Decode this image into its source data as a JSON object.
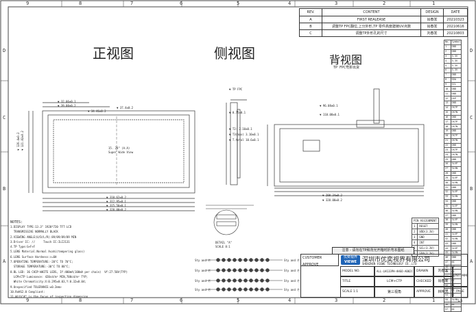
{
  "zones": {
    "columns": [
      "9",
      "8",
      "7",
      "6",
      "5",
      "4",
      "3",
      "2",
      "1"
    ],
    "rows": [
      "D",
      "C",
      "B",
      "A"
    ]
  },
  "revisions": {
    "headers": [
      "REV.",
      "CONTENT",
      "DESIGN",
      "DATE"
    ],
    "rows": [
      [
        "A",
        "FIRST REALEASE",
        "肖春发",
        "20210323"
      ],
      [
        "B",
        "调整TP FPC翻位,上分外形,TP 零件高度建链UV点数",
        "肖春发",
        "20210616"
      ],
      [
        "C",
        "调整TP外形孔的尺寸",
        "刘春发",
        "20210803"
      ]
    ]
  },
  "views": {
    "front": "正视图",
    "side": "侧视图",
    "back": "背视图",
    "back_note": "TP FPC弯折出货"
  },
  "dims": {
    "d1": "▼ 32.06±0.1",
    "d2": "▼ 39.00±0.2",
    "d3": "▼ 34.46±0.2",
    "d4": "▼ 37.4±0.2",
    "aa": "15. 28\" (A.A)",
    "aa2": "Super Wide View",
    "w1": "▼ 310.62±0.2",
    "w2": "▼ 312.95±0.1",
    "w3": "▼ 315.56±0.1",
    "w4": "▼ 320.00±0.2",
    "h1": "▼ 121.82±0.2",
    "h2": "▼ 126.4±0.2",
    "side_top": "▼ TP FPC",
    "side_1": "▼ 0.75±0.1",
    "side_2": "▼ T2: 2.10±0.1",
    "side_3": "▼ T3(max) 3.10±0.1",
    "side_4": "▼ T.total 10.6±0.1",
    "back_1": "▼ 96.08±0.1",
    "back_2": "▼ 110.08±0.1",
    "back_3": "▼ 200.34±0.2",
    "back_4": "▼ 320.00±0.2",
    "detail_label": "DETAIL \"A\"",
    "detail_scale": "SCALE 8:1"
  },
  "pins": [
    [
      "No.",
      "Symbol"
    ],
    [
      "1",
      "GND"
    ],
    [
      "2",
      "GND"
    ],
    [
      "3",
      "3.3V"
    ],
    [
      "4",
      "3.3V"
    ],
    [
      "5",
      "3.3V"
    ],
    [
      "6",
      "3.3V"
    ],
    [
      "7",
      "GND"
    ],
    [
      "8",
      "SDA"
    ],
    [
      "9",
      "SCL"
    ],
    [
      "10",
      "GND"
    ],
    [
      "11",
      "GND"
    ],
    [
      "12",
      "CKP"
    ],
    [
      "13",
      "GND"
    ],
    [
      "14",
      "CK7P"
    ],
    [
      "15",
      "CK7N"
    ],
    [
      "16",
      "GND"
    ],
    [
      "17",
      "CK7P"
    ],
    [
      "18",
      "CK7N"
    ],
    [
      "19",
      "GND"
    ],
    [
      "20",
      "CK7P"
    ],
    [
      "21",
      "CK7N"
    ],
    [
      "22",
      "GND"
    ],
    [
      "23",
      "CK7P"
    ],
    [
      "24",
      "CK7N"
    ],
    [
      "25",
      "GND"
    ],
    [
      "26",
      "3LVP"
    ],
    [
      "27",
      "3LVN"
    ],
    [
      "28",
      "GND"
    ],
    [
      "29",
      "3LVP"
    ],
    [
      "30",
      "3LVN"
    ],
    [
      "31",
      "GND"
    ],
    [
      "32",
      "3LVP"
    ],
    [
      "33",
      "3LVN"
    ],
    [
      "34",
      "GND"
    ],
    [
      "35",
      "3LVP"
    ],
    [
      "36",
      "3LVN"
    ],
    [
      "37",
      "GND"
    ],
    [
      "38",
      "3LVP"
    ],
    [
      "39",
      "3LVN"
    ],
    [
      "40",
      "GND"
    ],
    [
      "41",
      "3LVP"
    ],
    [
      "42",
      "3LVN"
    ],
    [
      "43",
      "GND"
    ],
    [
      "44",
      "3LVP"
    ],
    [
      "45",
      "3LVN"
    ],
    [
      "46",
      "GND"
    ],
    [
      "47",
      "NC"
    ],
    [
      "48",
      "NC"
    ],
    [
      "49",
      "NC"
    ],
    [
      "50",
      "NC"
    ],
    [
      "51",
      "NC"
    ],
    [
      "52",
      "NC"
    ],
    [
      "53",
      "NC"
    ],
    [
      "54",
      "NC"
    ],
    [
      "55",
      "3LVN"
    ],
    [
      "56",
      "NC"
    ],
    [
      "57",
      "NC"
    ]
  ],
  "pin_assignment": {
    "title": "PIN ASSIGNMENT",
    "rows": [
      [
        "1",
        "RESET"
      ],
      [
        "2",
        "VDD(3.3V)"
      ],
      [
        "3",
        "GND"
      ],
      [
        "4",
        "INT"
      ],
      [
        "5",
        "SCL(3.3V)"
      ],
      [
        "6",
        "SDA(3.3V)"
      ]
    ]
  },
  "notes": {
    "title": "NOTES:",
    "lines": [
      "1.DISPLAY TYPE:13.3\" 1920*720 TFT LCD",
      "  TRANSMISSIVE NORMALLY BLACK",
      "2.VIEWING ANGLE(U/D/L/R):89/89/89/89 MIN",
      "3.Driver IC: //     Touch IC:ILI2131",
      "4.TP Type:G+F+F",
      "5.LENS Material:Normal Asahi(tempering glass)",
      "6.LENS Surface Hardness:>=6H",
      "7.OPERATING TEMPERATURE:-20°C TO 70°C;",
      "  STORAGE TEMPERATURE:-30°C TO 80°C;",
      "8.BL LED: 36 CHIP-WHITE LEDS, If:400mA(100mA per chain)  Vf:27.50V(TYP)",
      "  LCM+CTP Luminance: 420cd/m² MIN,700cd/m² TYP;",
      "  White Chromaticity:X:0.295±0.03,Y:0.32±0.04;",
      "9.Unspecified TOLERANCE:±0.2mm>",
      "10.RoHS2.0 Compliant:",
      "11.With\"#\" is the focus of inspection dimension"
    ]
  },
  "banner": "注意 - 请勿在TP和背光开箱时折弯本图纸",
  "title_block": {
    "customer_approve": "CUSTOMER APPROVE",
    "logo_cn": "优奕视界",
    "logo_en": "VIEWE",
    "company_cn": "深圳市优奕视界有限公司",
    "company_en": "SHENZHEN VIEWE TECHNOLOGY CO.,LTD",
    "model_label": "MODEL NO.",
    "model_value": "ALL-LH133PH-AHGO-A002C",
    "drawn_label": "DRAWN",
    "drawn_value": "刘春发",
    "title_label": "TITLE",
    "title_value": "LCM+CTP",
    "checked_label": "CHECKED",
    "checked_value": "肖春发",
    "unit_label": "UNIT MM",
    "scale_label": "SCALE 1:1",
    "projection": "第三视角",
    "approve_label": "APPROVE",
    "approve_value": "林梓鸿",
    "page": "PAGE 1/1"
  },
  "bottom_labels": [
    "Sty and Ⓟ",
    "Sty and Ⓟ",
    "Sty and Ⓟ",
    "Sty and Ⓟ"
  ]
}
